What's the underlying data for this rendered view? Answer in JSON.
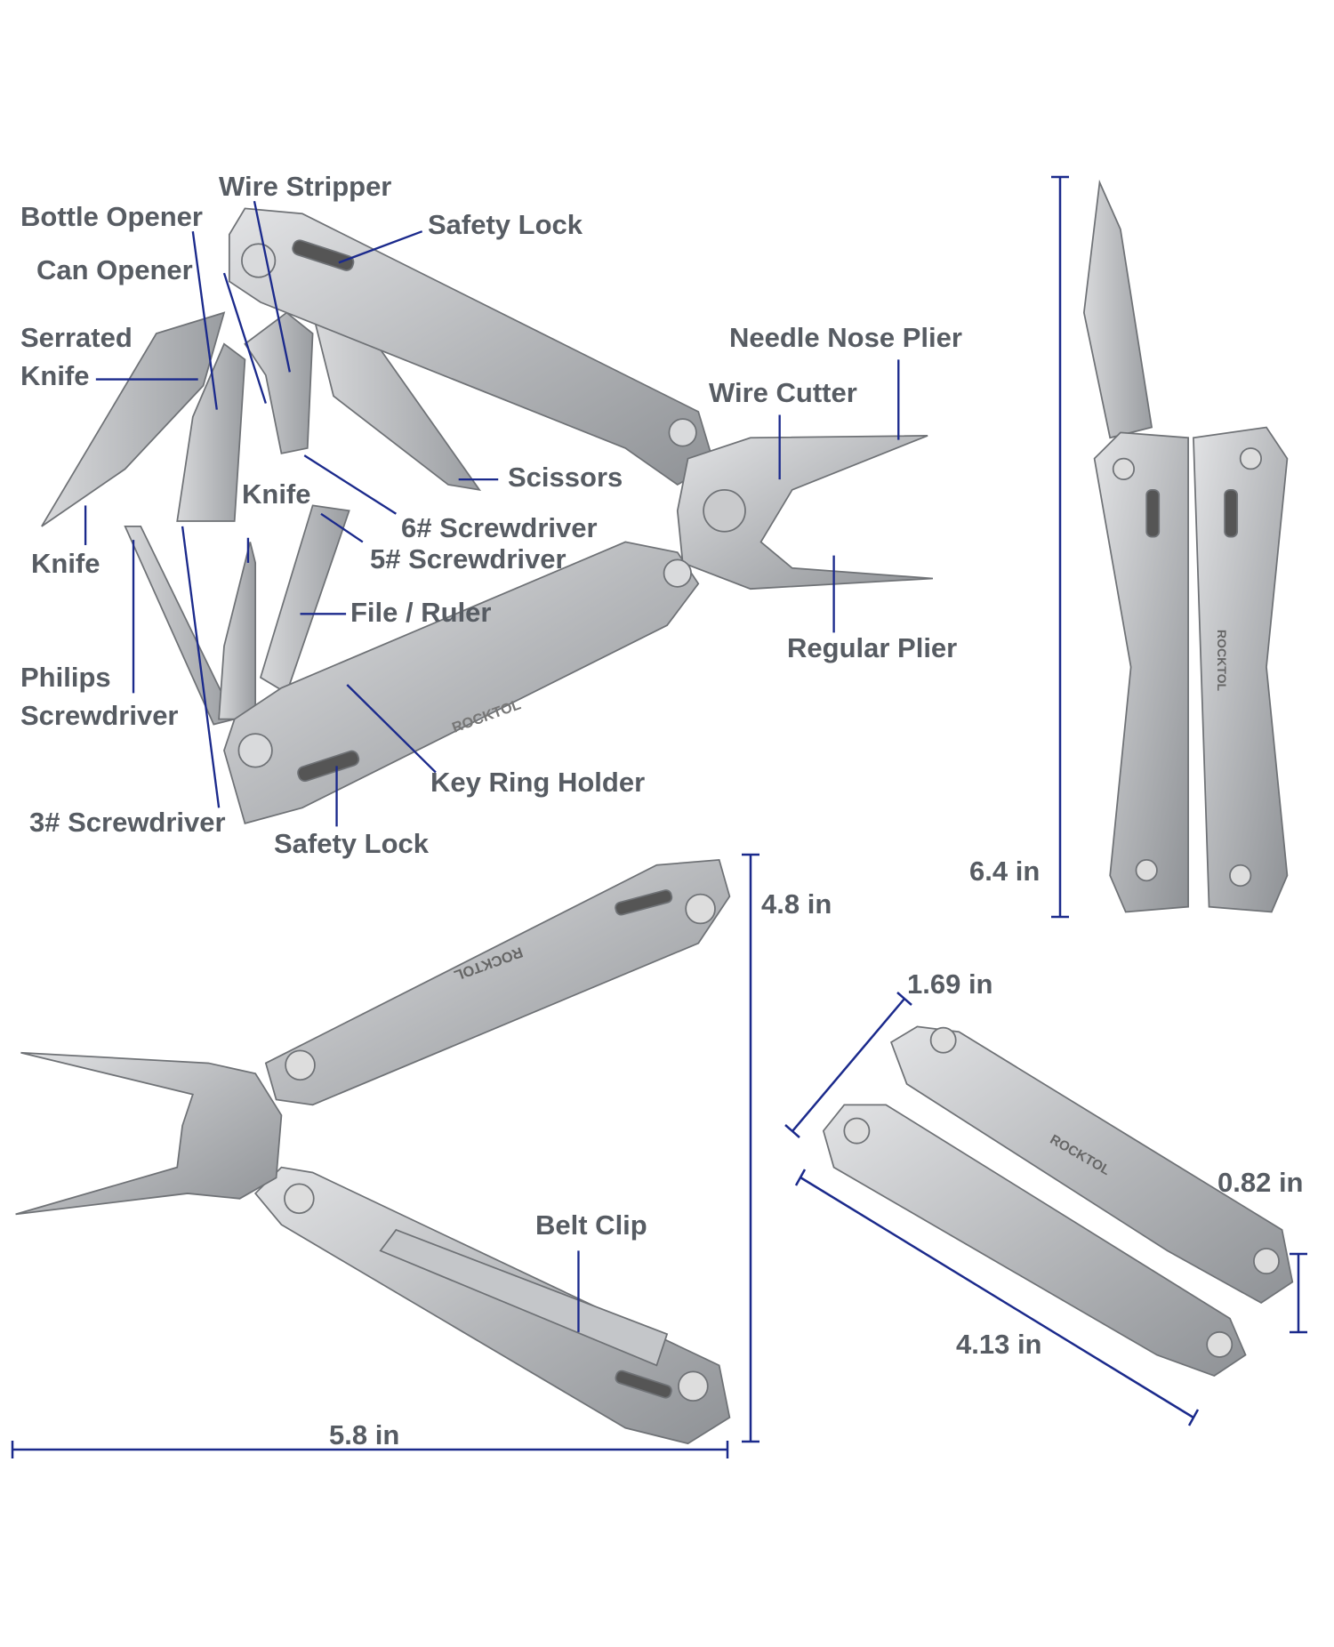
{
  "colors": {
    "label": "#575c63",
    "leader": "#1b2a8c",
    "steel": "#b9bcc0"
  },
  "brand": "ROCKTOL",
  "labels": {
    "wire_stripper": "Wire Stripper",
    "bottle_opener": "Bottle Opener",
    "safety_lock_top": "Safety Lock",
    "can_opener": "Can Opener",
    "serrated": "Serrated",
    "serrated_knife": "Knife",
    "needle_nose_plier": "Needle Nose Plier",
    "wire_cutter": "Wire Cutter",
    "scissors": "Scissors",
    "screwdriver_6": "6# Screwdriver",
    "knife_mid": "Knife",
    "screwdriver_5": "5# Screwdriver",
    "knife_left": "Knife",
    "file_ruler": "File / Ruler",
    "regular_plier": "Regular Plier",
    "philips": "Philips",
    "philips_screwdriver": "Screwdriver",
    "key_ring_holder": "Key Ring Holder",
    "screwdriver_3": "3# Screwdriver",
    "safety_lock_bottom": "Safety Lock",
    "belt_clip": "Belt Clip"
  },
  "dimensions": {
    "folded_length": "6.4 in",
    "open_height": "4.8 in",
    "open_length": "5.8 in",
    "width": "1.69 in",
    "thickness": "0.82 in",
    "closed_length": "4.13 in"
  }
}
